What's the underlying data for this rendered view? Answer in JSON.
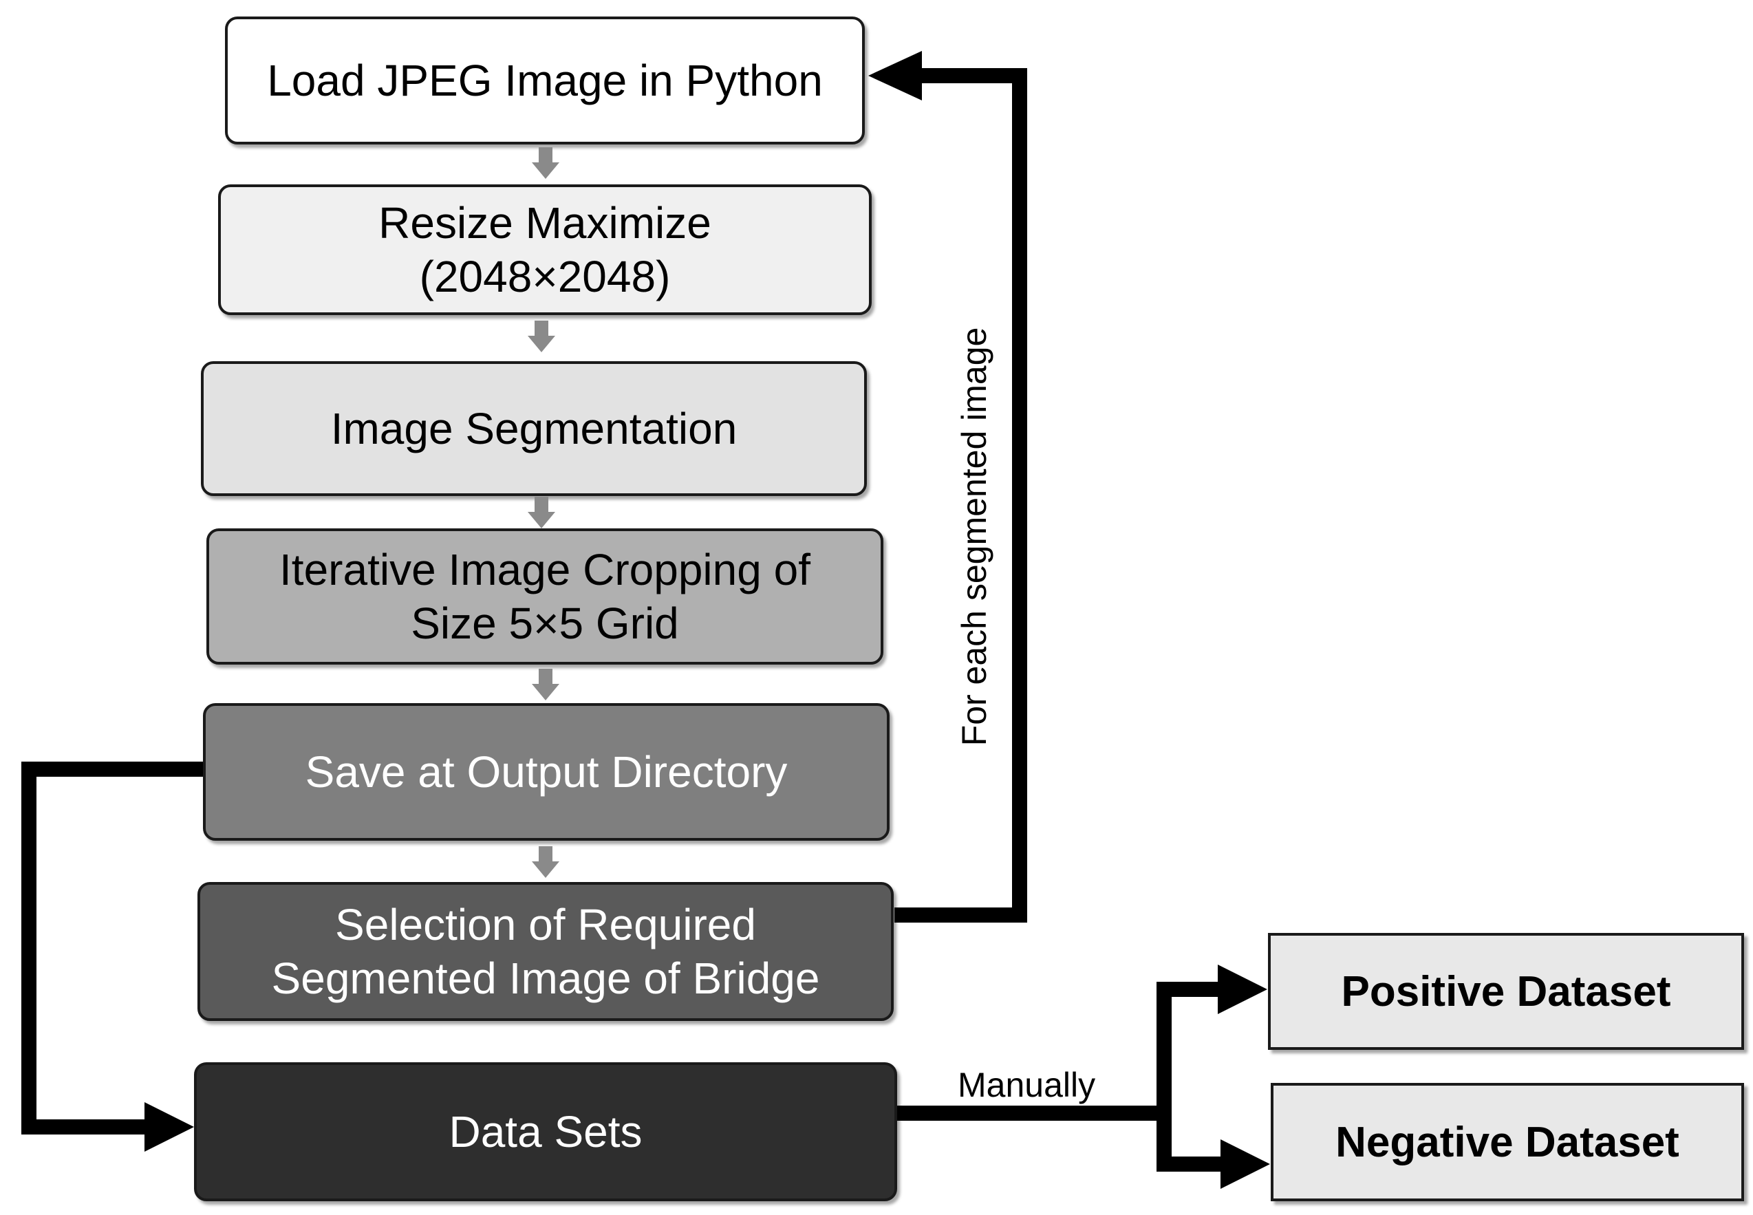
{
  "steps": [
    {
      "text": "Load JPEG Image in Python",
      "fill": "#ffffff",
      "color": "#000000"
    },
    {
      "text": "Resize Maximize\n(2048×2048)",
      "fill": "#f0f0f0",
      "color": "#000000"
    },
    {
      "text": "Image Segmentation",
      "fill": "#e2e2e2",
      "color": "#000000"
    },
    {
      "text": "Iterative Image Cropping of\nSize 5×5 Grid",
      "fill": "#b0b0b0",
      "color": "#000000"
    },
    {
      "text": "Save at Output Directory",
      "fill": "#7f7f7f",
      "color": "#ffffff"
    },
    {
      "text": "Selection of Required\nSegmented Image of Bridge",
      "fill": "#5a5a5a",
      "color": "#ffffff"
    },
    {
      "text": "Data Sets",
      "fill": "#2e2e2e",
      "color": "#ffffff"
    }
  ],
  "datasets": {
    "positive": "Positive Dataset",
    "negative": "Negative Dataset"
  },
  "edge_labels": {
    "loop": "For each segmented image",
    "manual": "Manually"
  },
  "colors": {
    "connector": "#000000",
    "step_arrow": "#8a8a8a"
  }
}
